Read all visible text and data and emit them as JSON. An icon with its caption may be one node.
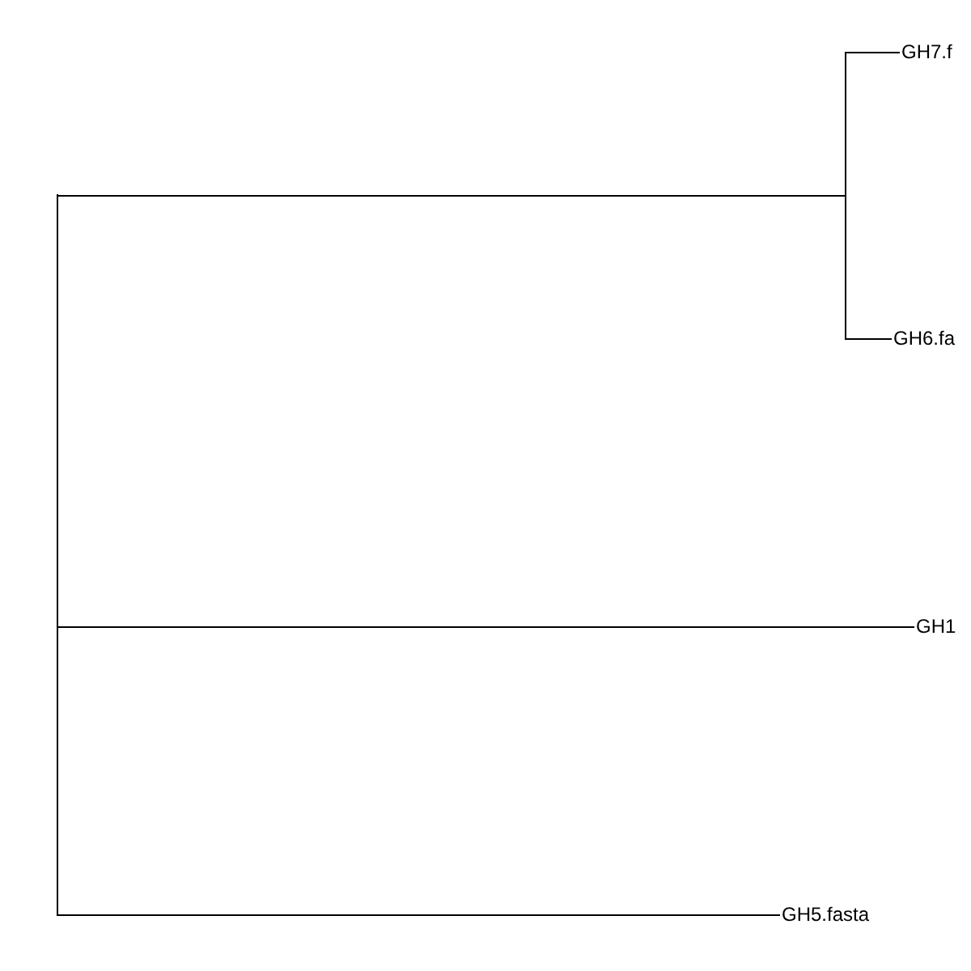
{
  "diagram": {
    "nodes": [
      {
        "text": [],
        "shape": "bar"
      },
      {
        "text": [],
        "shape": "bar"
      },
      {
        "text": [
          "GH7.f"
        ]
      },
      {
        "text": [
          "GH6.fa"
        ]
      },
      {
        "text": [
          "GH1"
        ]
      },
      {
        "text": [
          "GH5.fasta"
        ]
      }
    ],
    "edges": [
      {
        "from": 0,
        "to": 1,
        "arrow": "none"
      },
      {
        "from": 1,
        "to": 2,
        "arrow": "none"
      },
      {
        "from": 1,
        "to": 3,
        "arrow": "none"
      },
      {
        "from": 0,
        "to": 4,
        "arrow": "none"
      },
      {
        "from": 0,
        "to": 5,
        "arrow": "none"
      }
    ]
  }
}
